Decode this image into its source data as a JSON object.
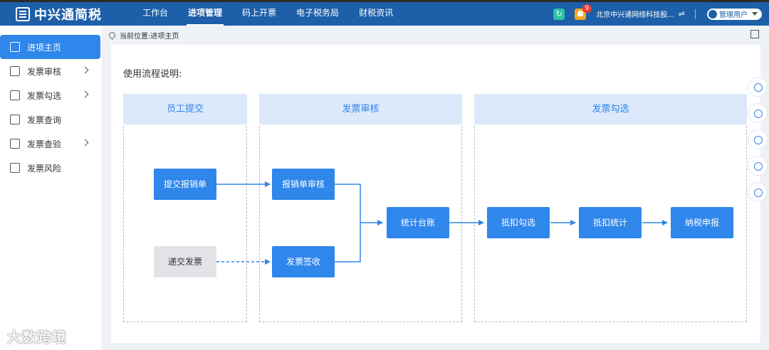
{
  "app": {
    "logo_text": "中兴通简税"
  },
  "nav": [
    {
      "label": "工作台"
    },
    {
      "label": "进项管理",
      "active": true
    },
    {
      "label": "码上开票"
    },
    {
      "label": "电子税务局"
    },
    {
      "label": "财税资讯"
    }
  ],
  "header": {
    "notification_count": "9",
    "company": "北京中兴通网络科技股...",
    "switch_glyph": "⇌",
    "user": "管理用户"
  },
  "sidebar": {
    "items": [
      {
        "label": "进项主页",
        "icon": "home-icon",
        "active": true
      },
      {
        "label": "发票审核",
        "icon": "edit-icon",
        "has_submenu": true
      },
      {
        "label": "发票勾选",
        "icon": "check-square-icon",
        "has_submenu": true
      },
      {
        "label": "发票查询",
        "icon": "grid-icon"
      },
      {
        "label": "发票查验",
        "icon": "search-doc-icon",
        "has_submenu": true
      },
      {
        "label": "发票风险",
        "icon": "pulse-icon"
      }
    ]
  },
  "breadcrumb": {
    "prefix": "当前位置:",
    "current": "进项主页"
  },
  "flow": {
    "title": "使用流程说明:",
    "lanes": [
      {
        "title": "员工提交"
      },
      {
        "title": "发票审核"
      },
      {
        "title": "发票勾选"
      }
    ],
    "nodes": {
      "submit": "提交报销单",
      "deliver": "递交发票",
      "review": "报销单审核",
      "receive": "发票签收",
      "ledger": "统计台账",
      "deduct_select": "抵扣勾选",
      "deduct_stats": "抵扣统计",
      "tax_report": "纳税申报"
    },
    "colors": {
      "primary": "#2f86eb",
      "lane_header": "#dce9fb",
      "grey_node": "#e2e3e6"
    }
  },
  "floating": [
    "phone-icon",
    "headset-icon",
    "chat-icon",
    "sun-icon",
    "wechat-icon"
  ],
  "watermark": "大数跨境"
}
